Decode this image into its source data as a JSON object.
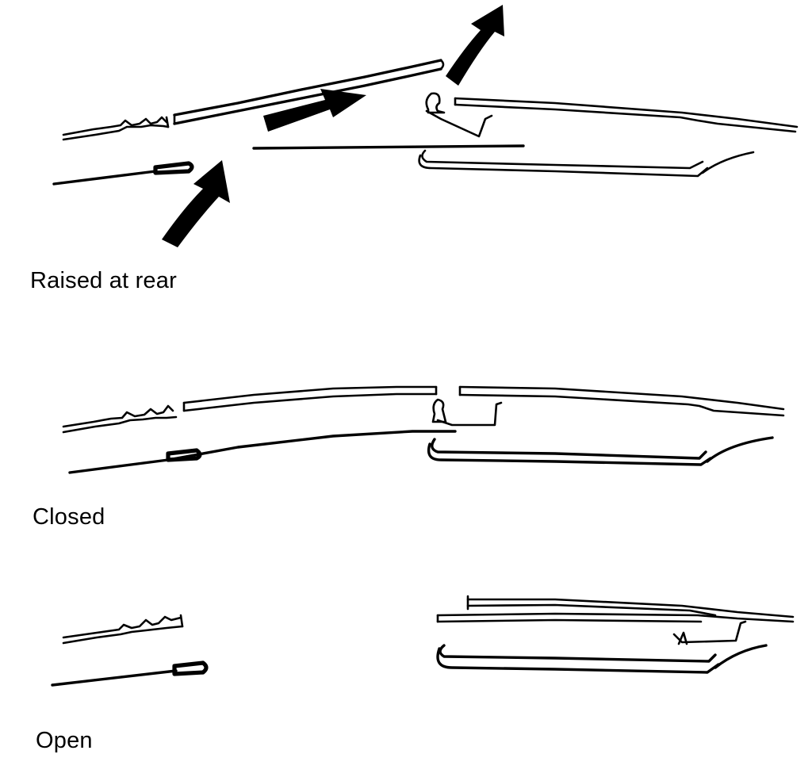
{
  "states": [
    {
      "id": "raised",
      "label": "Raised at rear"
    },
    {
      "id": "closed",
      "label": "Closed"
    },
    {
      "id": "open",
      "label": "Open"
    }
  ],
  "colors": {
    "ink": "#000000",
    "background": "#ffffff"
  }
}
